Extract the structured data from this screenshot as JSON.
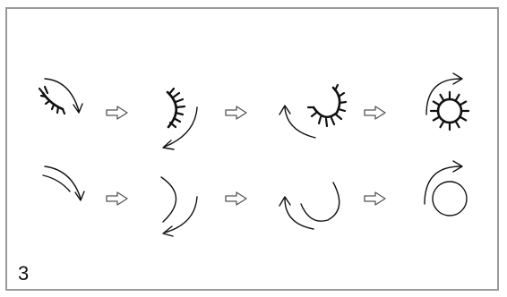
{
  "panel": {
    "label": "3"
  },
  "rows": [
    {
      "name": "radial-fiber-row",
      "steps": 4,
      "has_spikes": true
    },
    {
      "name": "plain-arc-row",
      "steps": 4,
      "has_spikes": false
    }
  ],
  "transition_arrow_count": 6
}
